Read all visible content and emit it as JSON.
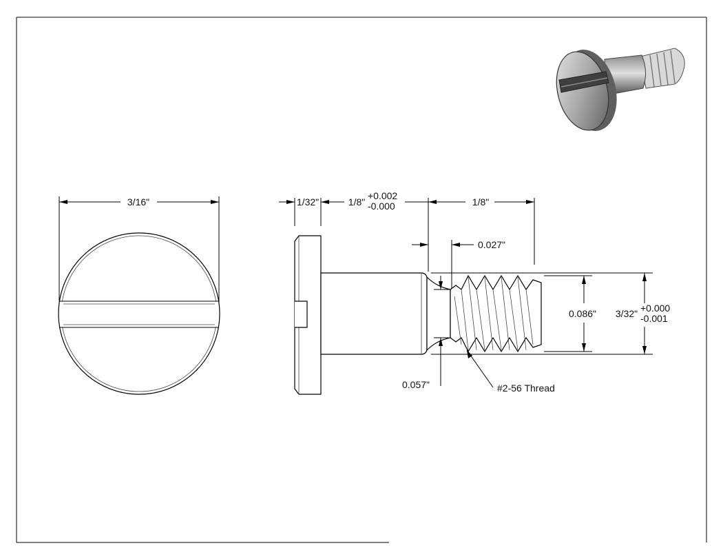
{
  "dimensions": {
    "head_diameter": "3/16\"",
    "head_thickness": "1/32\"",
    "shoulder_length": "1/8\"",
    "shoulder_length_tol_plus": "+0.002",
    "shoulder_length_tol_minus": "-0.000",
    "thread_length": "1/8\"",
    "undercut_width": "0.027\"",
    "thread_major_diameter": "0.086\"",
    "shoulder_diameter": "3/32\"",
    "shoulder_diameter_tol_plus": "+0.000",
    "shoulder_diameter_tol_minus": "-0.001",
    "undercut_diameter": "0.057\"",
    "thread_callout": "#2-56 Thread"
  },
  "colors": {
    "line": "#000000",
    "metal_light": "#c9c9c9",
    "metal_dark": "#6b6b6b"
  }
}
